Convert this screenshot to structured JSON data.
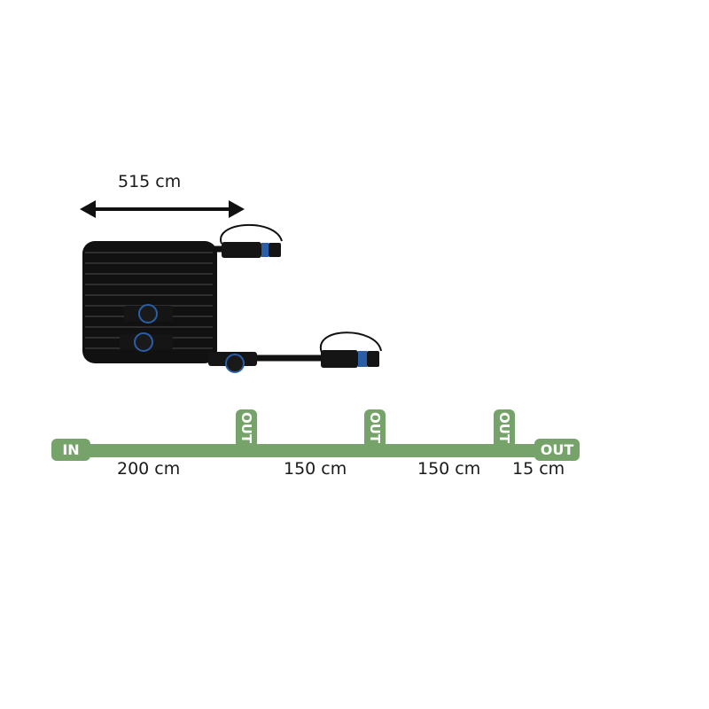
{
  "length_label": "515 cm",
  "diagram": {
    "in_label": "IN",
    "out_labels": [
      "OUT",
      "OUT",
      "OUT"
    ],
    "end_out_label": "OUT",
    "segments": [
      "200 cm",
      "150 cm",
      "150 cm",
      "15 cm"
    ]
  },
  "colors": {
    "green": "#76a36a",
    "cable": "#1c1c1c",
    "accent_blue": "#2a5fa8"
  }
}
